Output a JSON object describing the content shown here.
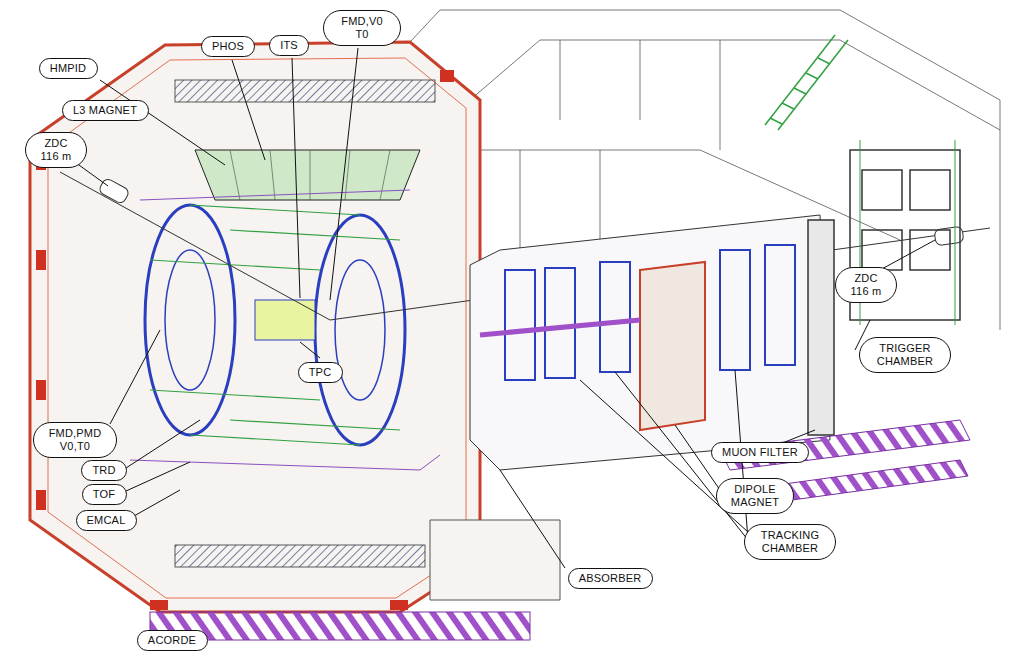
{
  "diagram": {
    "nodes": [
      {
        "text": [
          "FMD,V0 T0"
        ]
      },
      {
        "text": [
          "PHOS"
        ]
      },
      {
        "text": [
          "ITS"
        ]
      },
      {
        "text": [
          "HMPID"
        ]
      },
      {
        "text": [
          "L3 MAGNET"
        ]
      },
      {
        "text": [
          "ZDC 116 m"
        ]
      },
      {
        "text": [
          "ZDC 116 m"
        ]
      },
      {
        "text": [
          "TRIGGER CHAMBER"
        ]
      },
      {
        "text": [
          "TPC"
        ]
      },
      {
        "text": [
          "FMD,PMD V0,T0"
        ]
      },
      {
        "text": [
          "MUON FILTER"
        ]
      },
      {
        "text": [
          "TRD"
        ]
      },
      {
        "text": [
          "TOF"
        ]
      },
      {
        "text": [
          "DIPOLE MAGNET"
        ]
      },
      {
        "text": [
          "EMCAL"
        ]
      },
      {
        "text": [
          "TRACKING CHAMBER"
        ]
      },
      {
        "text": [
          "ABSORBER"
        ]
      },
      {
        "text": [
          "ACORDE"
        ]
      }
    ]
  }
}
